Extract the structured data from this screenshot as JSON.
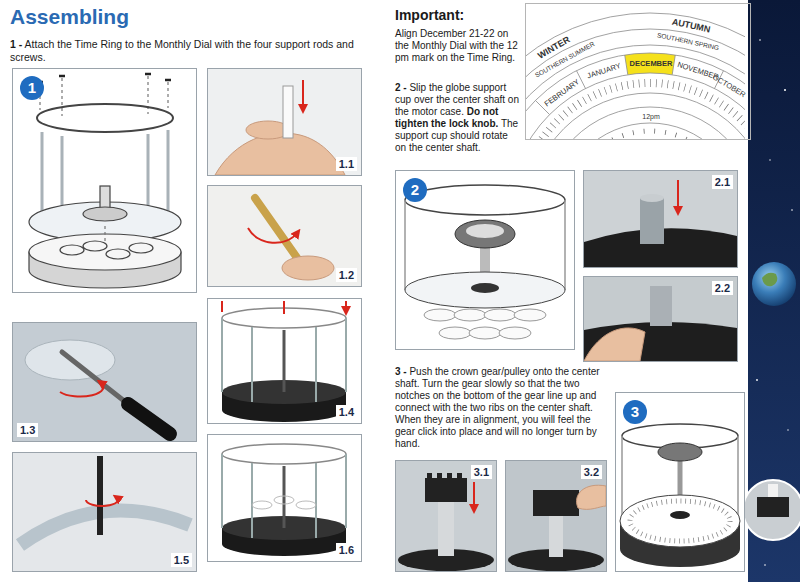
{
  "diagram": {
    "title": "Assembling",
    "nodes": [
      {
        "text": [
          "1"
        ]
      },
      {
        "text": [
          "1.1"
        ]
      },
      {
        "text": [
          "1.2"
        ]
      },
      {
        "text": [
          "1.3"
        ]
      },
      {
        "text": [
          "1.4"
        ]
      },
      {
        "text": [
          "1.5"
        ]
      },
      {
        "text": [
          "1.6"
        ]
      },
      {
        "text": [
          "WINTER",
          "SOUTHERN SUMMER",
          "AUTUMN",
          "SOUTHERN SPRING",
          "FEBRUARY",
          "JANUARY",
          "DECEMBER",
          "NOVEMBER",
          "OCTOBER",
          "12pm"
        ]
      },
      {
        "text": [
          "2"
        ]
      },
      {
        "text": [
          "2.1"
        ]
      },
      {
        "text": [
          "2.2"
        ]
      },
      {
        "text": [
          "3"
        ]
      },
      {
        "text": [
          "3.1"
        ]
      },
      {
        "text": [
          "3.2"
        ]
      }
    ],
    "labels": [
      "1 -",
      "Attach the Time Ring to the Monthly Dial with the four support rods and screws.",
      "Important:",
      "Align December 21-22 on the Monthly Dial with the 12 pm mark on the Time Ring.",
      "2 -",
      "Slip the globe support cup over the center shaft on the motor case.",
      "Do not tighten the lock knob.",
      "The support cup should rotate on the center shaft.",
      "3 -",
      "Push the crown gear/pulley onto the center shaft. Turn the gear slowly so that the two notches on the bottom of the gear line up and connect with the two ribs on the center shaft. When they are in alignment, you will feel the gear click into place and will no longer turn by hand."
    ]
  }
}
